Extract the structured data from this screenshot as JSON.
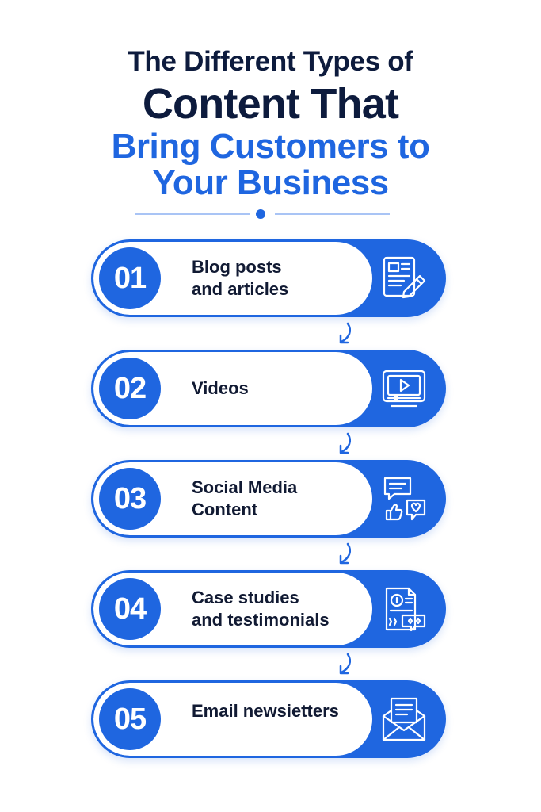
{
  "header": {
    "line1": "The Different Types of",
    "line2": "Content That",
    "line3": "Bring Customers to",
    "line4": "Your Business"
  },
  "steps": [
    {
      "number": "01",
      "label": "Blog posts\nand articles",
      "icon": "blog-article-icon"
    },
    {
      "number": "02",
      "label": "Videos",
      "icon": "video-player-icon"
    },
    {
      "number": "03",
      "label": "Social Media\nContent",
      "icon": "social-chat-icon"
    },
    {
      "number": "04",
      "label": "Case studies\nand testimonials",
      "icon": "testimonial-document-icon"
    },
    {
      "number": "05",
      "label": "Email newsietters",
      "icon": "email-envelope-icon"
    }
  ],
  "colors": {
    "accent": "#1f66e0",
    "heading": "#0d1b3d",
    "text": "#111a33",
    "divider": "#a9c4f5"
  }
}
